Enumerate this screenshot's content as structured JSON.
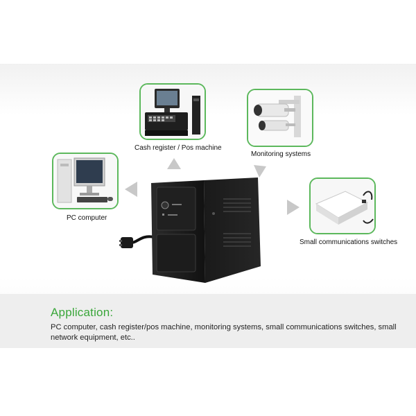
{
  "items": [
    {
      "label": "Cash register / Pos machine",
      "icon": "pos-machine-icon"
    },
    {
      "label": "Monitoring systems",
      "icon": "security-camera-icon"
    },
    {
      "label": "PC computer",
      "icon": "desktop-computer-icon"
    },
    {
      "label": "Small communications switches",
      "icon": "network-switch-icon"
    }
  ],
  "application": {
    "title": "Application:",
    "description": "PC computer, cash register/pos machine, monitoring systems, small communications switches, small network equipment, etc.."
  },
  "ups_product": {
    "icon": "ups-device-icon"
  },
  "colors": {
    "accent": "#5cb85c",
    "title": "#3aa63a",
    "text": "#222222"
  }
}
